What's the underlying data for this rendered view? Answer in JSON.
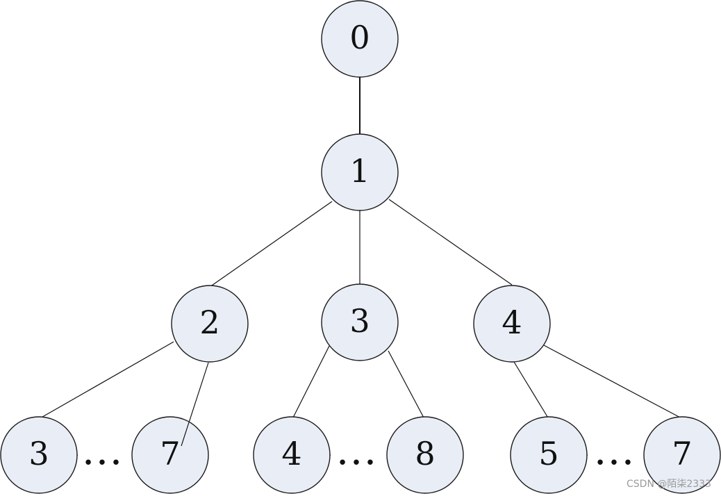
{
  "diagram": {
    "nodes": [
      {
        "id": "n0",
        "label": "0"
      },
      {
        "id": "n1",
        "label": "1"
      },
      {
        "id": "n2",
        "label": "2"
      },
      {
        "id": "n3",
        "label": "3"
      },
      {
        "id": "n4",
        "label": "4"
      },
      {
        "id": "l1",
        "label": "3"
      },
      {
        "id": "l2",
        "label": "7"
      },
      {
        "id": "l3",
        "label": "4"
      },
      {
        "id": "l4",
        "label": "8"
      },
      {
        "id": "l5",
        "label": "5"
      },
      {
        "id": "l6",
        "label": "7"
      }
    ],
    "edges": [
      [
        "n0",
        "n1"
      ],
      [
        "n1",
        "n2"
      ],
      [
        "n1",
        "n3"
      ],
      [
        "n1",
        "n4"
      ],
      [
        "n2",
        "l1"
      ],
      [
        "n2",
        "l2"
      ],
      [
        "n3",
        "l3"
      ],
      [
        "n3",
        "l4"
      ],
      [
        "n4",
        "l5"
      ],
      [
        "n4",
        "l6"
      ]
    ],
    "ellipses": [
      "...",
      "...",
      "..."
    ]
  },
  "watermark": "CSDN @陌柒2333"
}
